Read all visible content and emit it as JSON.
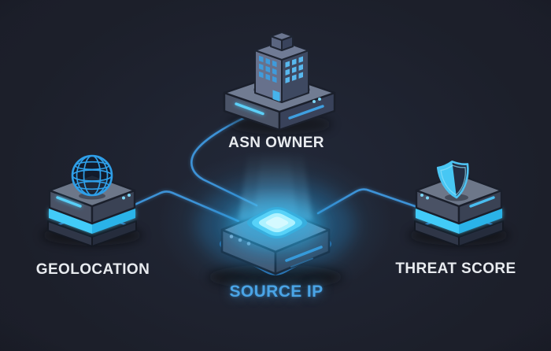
{
  "diagram": {
    "center_node": {
      "id": "source-ip",
      "label": "SOURCE IP",
      "icon": "glowing-chip-icon"
    },
    "nodes": [
      {
        "id": "asn-owner",
        "label": "ASN OWNER",
        "icon": "building-icon",
        "position": "top"
      },
      {
        "id": "geolocation",
        "label": "GEOLOCATION",
        "icon": "globe-icon",
        "position": "left"
      },
      {
        "id": "threat-score",
        "label": "THREAT SCORE",
        "icon": "shield-icon",
        "position": "right"
      }
    ],
    "colors": {
      "background": "#191c26",
      "connector_blue": "#3e92d6",
      "outline_blue": "#2c77b8",
      "glow_cyan": "#46c8f6",
      "label_white": "#e8ebef",
      "center_label_blue": "#4aa4e6"
    }
  }
}
